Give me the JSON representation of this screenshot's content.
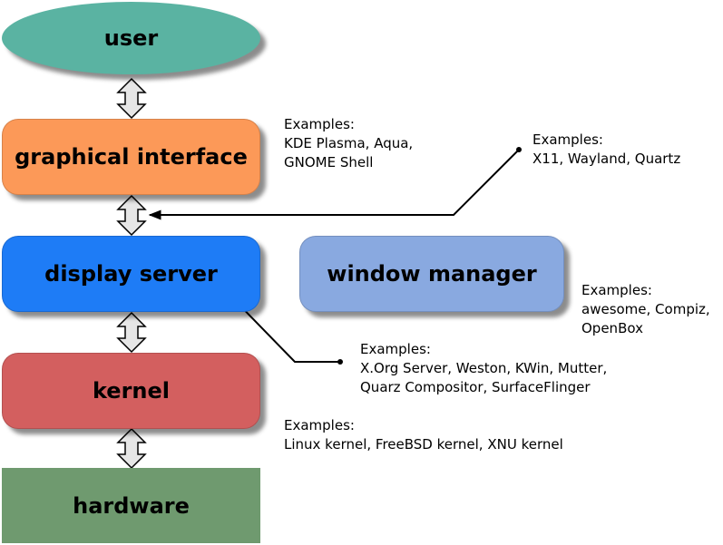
{
  "colors": {
    "user": "#5ab3a2",
    "graphical_interface": "#fc9958",
    "display_server": "#1e7cf6",
    "window_manager": "#89a9e0",
    "kernel": "#d35f5f",
    "hardware": "#6f9a6f"
  },
  "layers": {
    "user": "user",
    "graphical_interface": "graphical interface",
    "display_server": "display server",
    "window_manager": "window manager",
    "kernel": "kernel",
    "hardware": "hardware"
  },
  "notes": {
    "graphical_interface": [
      "Examples:",
      "KDE Plasma, Aqua,",
      "GNOME Shell"
    ],
    "display_protocol": [
      "Examples:",
      "X11, Wayland, Quartz"
    ],
    "window_manager": [
      "Examples:",
      "awesome, Compiz,",
      "OpenBox"
    ],
    "display_server": [
      "Examples:",
      "X.Org Server, Weston, KWin, Mutter,",
      "Quarz Compositor, SurfaceFlinger"
    ],
    "kernel": [
      "Examples:",
      "Linux kernel, FreeBSD kernel, XNU kernel"
    ]
  }
}
